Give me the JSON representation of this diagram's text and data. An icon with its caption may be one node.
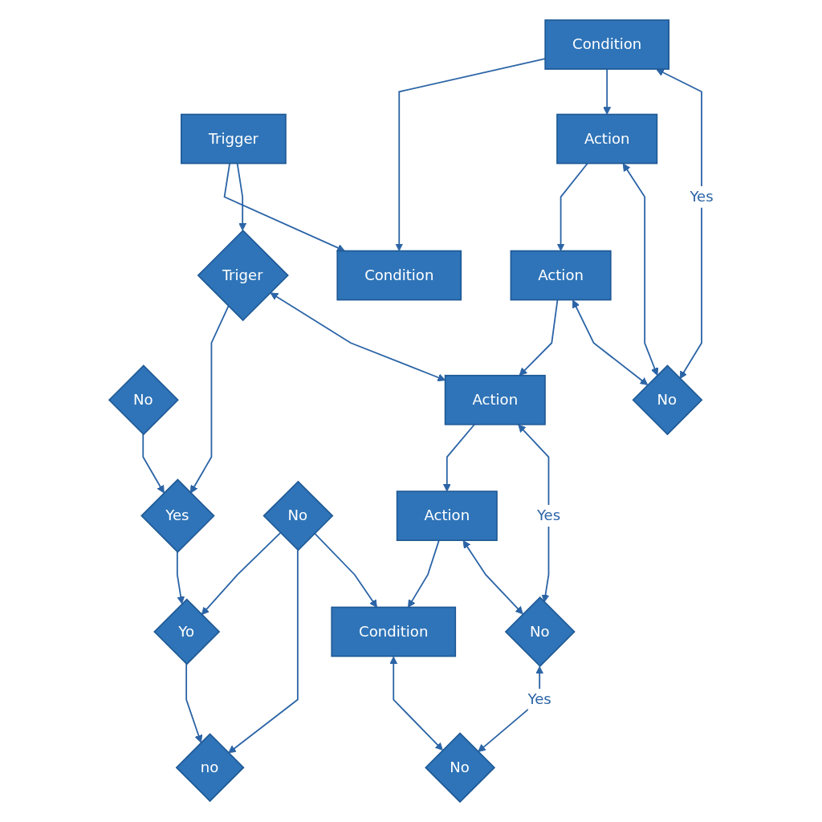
{
  "diagram": {
    "nodes": [
      {
        "text": [
          "Trigger"
        ]
      },
      {
        "text": [
          "Triger"
        ]
      },
      {
        "text": [
          "No"
        ]
      },
      {
        "text": [
          "Yes"
        ]
      },
      {
        "text": [
          "No"
        ]
      },
      {
        "text": [
          "Yo"
        ]
      },
      {
        "text": [
          "no"
        ]
      },
      {
        "text": [
          "Condition"
        ]
      },
      {
        "text": [
          "Condition"
        ]
      },
      {
        "text": [
          "Action"
        ]
      },
      {
        "text": [
          "Action"
        ]
      },
      {
        "text": [
          "Action"
        ]
      },
      {
        "text": [
          "Action"
        ]
      },
      {
        "text": [
          "Condition"
        ]
      },
      {
        "text": [
          "No"
        ]
      },
      {
        "text": [
          "No"
        ]
      },
      {
        "text": [
          "No"
        ]
      }
    ],
    "edges": [
      {
        "from": 0,
        "to": 7,
        "arrow": "to"
      },
      {
        "from": 8,
        "to": 7,
        "arrow": "to"
      },
      {
        "from": 8,
        "to": 9,
        "arrow": "to"
      },
      {
        "from": 9,
        "to": 10,
        "arrow": "to"
      },
      {
        "from": 10,
        "to": 11,
        "arrow": "to"
      },
      {
        "from": 11,
        "to": 12,
        "arrow": "to"
      },
      {
        "from": 12,
        "to": 13,
        "arrow": "to"
      },
      {
        "from": 0,
        "to": 1,
        "arrow": "to"
      },
      {
        "from": 1,
        "to": 3,
        "arrow": "to"
      },
      {
        "from": 2,
        "to": 3,
        "arrow": "to"
      },
      {
        "from": 3,
        "to": 5,
        "arrow": "to"
      },
      {
        "from": 5,
        "to": 6,
        "arrow": "to"
      },
      {
        "from": 4,
        "to": 5,
        "arrow": "to"
      },
      {
        "from": 4,
        "to": 6,
        "arrow": "to"
      },
      {
        "from": 4,
        "to": 13,
        "arrow": "to"
      },
      {
        "from": 1,
        "to": 11,
        "arrow": "both"
      },
      {
        "from": 8,
        "to": 14,
        "label": "Yes",
        "arrow": "both"
      },
      {
        "from": 9,
        "to": 14,
        "arrow": "both"
      },
      {
        "from": 10,
        "to": 14,
        "arrow": "both"
      },
      {
        "from": 11,
        "to": 15,
        "label": "Yes",
        "arrow": "both"
      },
      {
        "from": 12,
        "to": 15,
        "arrow": "both"
      },
      {
        "from": 15,
        "to": 16,
        "label": "Yes",
        "arrow": "both"
      },
      {
        "from": 13,
        "to": 16,
        "arrow": "both"
      }
    ]
  }
}
